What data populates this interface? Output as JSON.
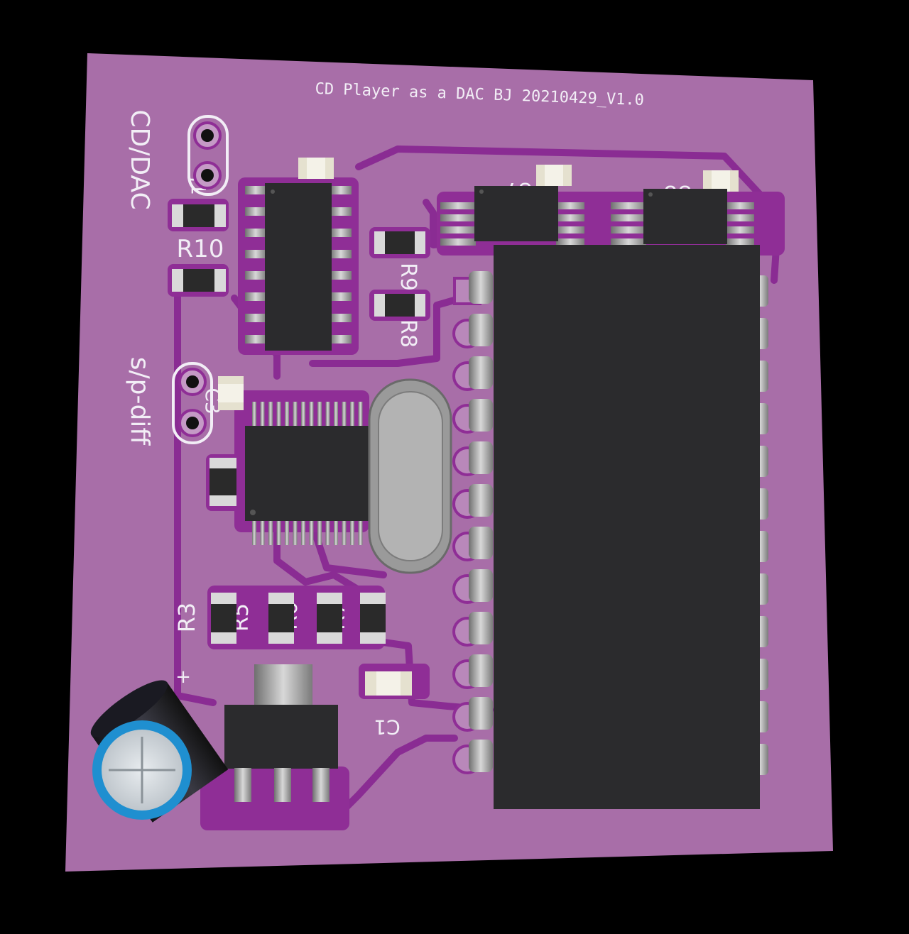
{
  "colors": {
    "background": "#000000",
    "board": "#a86ea8",
    "copper_pour": "#8f2e96",
    "trace": "#7d1f86",
    "ic_body": "#2b2b2d",
    "pin_metal": "#9a9a9a",
    "silkscreen": "#f2eef6",
    "capacitor_sleeve": "#1f8fd0"
  },
  "board": {
    "title": "CD Player as a DAC BJ 20210429_V1.0",
    "label_top": "CD/DAC",
    "label_mid": "s/p-diff"
  },
  "refdes": {
    "r10": "R10",
    "r3": "R3",
    "r5": "R5",
    "r6": "R6",
    "r7": "R7",
    "r8": "R8",
    "r9": "R9",
    "u7": "U7",
    "u8": "U8",
    "c1": "C1",
    "c3": "C3",
    "j1": "J1"
  },
  "electrolytic_capacitor": {
    "polarity_mark": "+"
  },
  "icons": [
    "pcb-board",
    "ic-chip",
    "crystal-oscillator",
    "electrolytic-capacitor",
    "voltage-regulator",
    "smd-resistor",
    "pin-header"
  ]
}
